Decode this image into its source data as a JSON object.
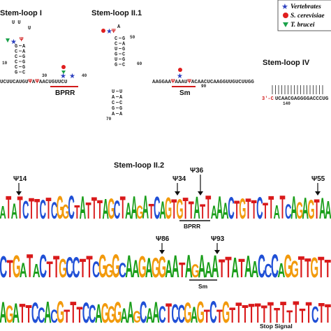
{
  "colors": {
    "A": "#1a9e1a",
    "C": "#1f4fd6",
    "G": "#f29a0c",
    "T": "#d9191a",
    "highlight": "#d11a1a",
    "star": "#2b3fbf",
    "dot": "#e01f1f",
    "triangle": "#1aa14a"
  },
  "legend": {
    "items": [
      {
        "symbol": "star",
        "label": "Vertebrates"
      },
      {
        "symbol": "dot",
        "label": "S. cerevisiae"
      },
      {
        "symbol": "triangle",
        "label": "T. brucei"
      }
    ]
  },
  "structure": {
    "stem_loops": [
      "Stem-loop I",
      "Stem-loop II.1",
      "Stem-loop II.2",
      "Stem-loop IV"
    ],
    "regions": [
      "BPRR",
      "Sm"
    ],
    "numbers": [
      "10",
      "30",
      "40",
      "50",
      "60",
      "70",
      "90",
      "140"
    ],
    "end_label": "3'-C",
    "strand1": "UCUUCAUGU",
    "psi_a": "Ψ",
    "strand1b": "A",
    "psi_b": "Ψ",
    "strand1c": "AACUGUUCU",
    "strand2": "AAGGAA",
    "psi_c": "Ψ",
    "strand2b": "AAAU",
    "psi_d": "Ψ",
    "strand2c": "ACAACUCAAGGUUGUCUUGG",
    "strand3": "UCAACGAGGGGACCCUG",
    "loop1_top": "U U",
    "loop1_side": "U",
    "loop1_psi": "Ψ",
    "loop1_stem": [
      "A",
      "A",
      "G",
      "G",
      "G",
      "C"
    ],
    "loop1_stem_left": [
      "G",
      "C",
      "C",
      "C",
      "C",
      "G"
    ],
    "loop21_top": "A",
    "loop21_psi": "Ψ",
    "loop21_stem": [
      "C",
      "C",
      "U",
      "G",
      "U",
      "G"
    ],
    "loop21_stem_right": [
      "G",
      "A",
      "G",
      "C",
      "G",
      "C"
    ],
    "loop22_stem": [
      "U",
      "A",
      "C",
      "G",
      "A"
    ]
  },
  "logo_rows": [
    {
      "markers": [
        "Ψ14",
        "Ψ34",
        "Ψ36",
        "Ψ55"
      ],
      "sequence": "ATATCTTCTCGGCTATTTAGCTAAGATCAGTGTTATTAAACTGTTCTTATCAGAGTAA",
      "region": "BPRR"
    },
    {
      "markers": [
        "Ψ86",
        "Ψ93"
      ],
      "sequence": "CTGATACTTGCCTTCGGGCAAGAGGAATAGAAATTATAACCCAGGTTGTT",
      "region": "Sm"
    },
    {
      "markers": [],
      "sequence": "AGATTCCACGTTTCCAGGGAAGCAACTCCGAGTCTGTTTTTTTTTTTTTCTT",
      "region": "Stop Signal"
    }
  ]
}
